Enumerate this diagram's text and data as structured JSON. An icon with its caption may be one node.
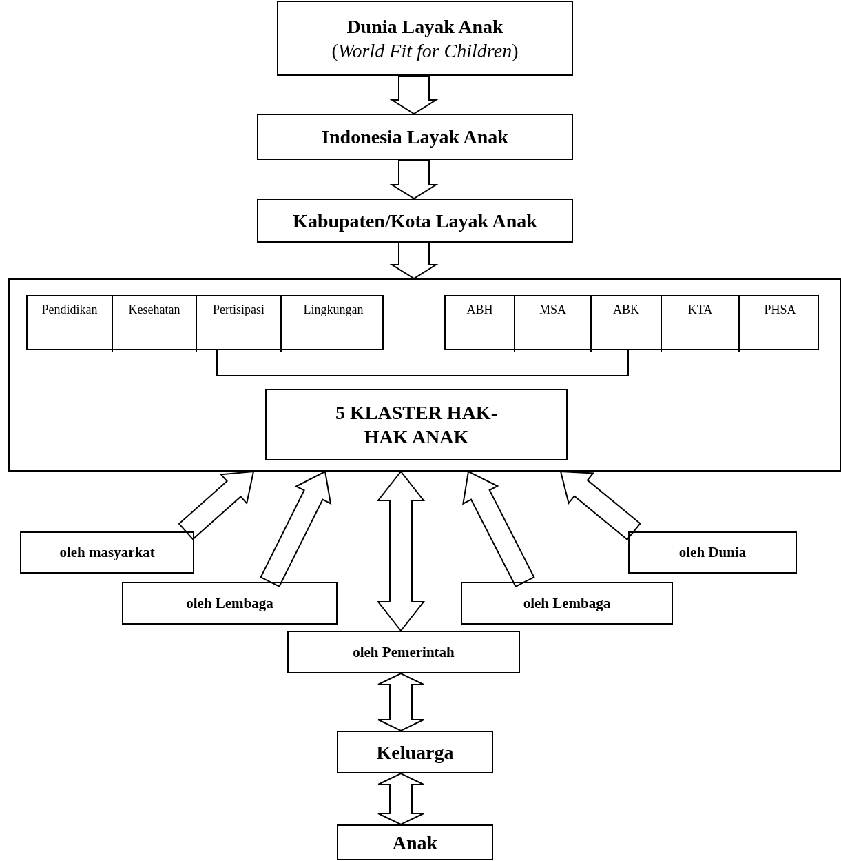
{
  "diagram": {
    "nodes": [
      {
        "text": [
          "Dunia Layak Anak",
          "(*World Fit for Children*)"
        ]
      },
      {
        "text": [
          "Indonesia Layak Anak"
        ]
      },
      {
        "text": [
          "Kabupaten/Kota Layak Anak"
        ]
      },
      {
        "text": [],
        "shape": "box"
      },
      {
        "text": [],
        "shape": "box",
        "in": 3
      },
      {
        "text": [
          "Pendidikan"
        ],
        "in": 4
      },
      {
        "text": [
          "Kesehatan"
        ],
        "in": 4
      },
      {
        "text": [
          "Pertisipasi"
        ],
        "in": 4
      },
      {
        "text": [
          "Lingkungan"
        ],
        "in": 4
      },
      {
        "text": [],
        "shape": "box",
        "in": 3
      },
      {
        "text": [
          "ABH"
        ],
        "in": 9
      },
      {
        "text": [
          "MSA"
        ],
        "in": 9
      },
      {
        "text": [
          "ABK"
        ],
        "in": 9
      },
      {
        "text": [
          "KTA"
        ],
        "in": 9
      },
      {
        "text": [
          "PHSA"
        ],
        "in": 9
      },
      {
        "text": [
          "5 KLASTER HAK-HAK ANAK"
        ],
        "in": 3
      },
      {
        "text": [
          "oleh masyarkat"
        ]
      },
      {
        "text": [
          "oleh Lembaga"
        ]
      },
      {
        "text": [
          "oleh Dunia"
        ]
      },
      {
        "text": [
          "oleh Lembaga"
        ]
      },
      {
        "text": [
          "oleh Pemerintah"
        ]
      },
      {
        "text": [
          "Keluarga"
        ]
      },
      {
        "text": [
          "Anak"
        ]
      }
    ],
    "edges": [
      {
        "from": 0,
        "to": 1,
        "arrow": "to"
      },
      {
        "from": 1,
        "to": 2,
        "arrow": "to"
      },
      {
        "from": 2,
        "to": 3,
        "arrow": "to"
      },
      {
        "from": 4,
        "to": 9,
        "arrow": "none"
      },
      {
        "from": 16,
        "to": 3,
        "arrow": "to"
      },
      {
        "from": 17,
        "to": 3,
        "arrow": "to"
      },
      {
        "from": 20,
        "to": 3,
        "arrow": "both"
      },
      {
        "from": 19,
        "to": 3,
        "arrow": "to"
      },
      {
        "from": 18,
        "to": 3,
        "arrow": "to"
      },
      {
        "from": 20,
        "to": 21,
        "arrow": "both"
      },
      {
        "from": 21,
        "to": 22,
        "arrow": "both"
      }
    ]
  }
}
